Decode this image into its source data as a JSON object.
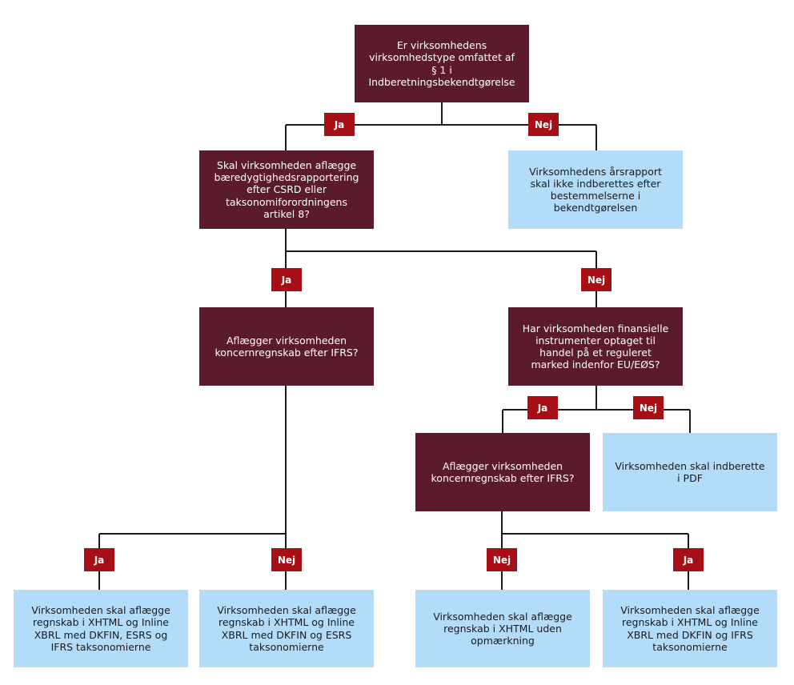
{
  "colors": {
    "question_box": "#5c1b2c",
    "answer_box": "#b3dcfb",
    "label_badge": "#a50f15",
    "connector": "#1a1a1a"
  },
  "questions": {
    "q1": "Er virksomhedens virksomhedstype omfattet af § 1 i Indberetningsbekendtgørelse",
    "q2": "Skal virksomheden aflægge bæredygtighedsrapportering efter CSRD eller taksonomiforordningens artikel 8?",
    "q3": "Aflægger virksomheden koncernregnskab efter IFRS?",
    "q4": "Har virksomheden finansielle instrumenter optaget til handel på et reguleret marked indenfor EU/EØS?",
    "q5": "Aflægger virksomheden koncernregnskab efter IFRS?"
  },
  "answers": {
    "a1": "Virksomhedens årsrapport skal ikke indberettes efter bestemmelserne i bekendtgørelsen",
    "a2": "Virksomheden skal indberette i PDF",
    "a3": "Virksomheden skal aflægge regnskab i XHTML og Inline XBRL med DKFIN, ESRS og IFRS taksonomierne",
    "a4": "Virksomheden skal aflægge regnskab i XHTML og Inline XBRL med DKFIN og ESRS taksonomierne",
    "a5": "Virksomheden skal aflægge regnskab i XHTML uden opmærkning",
    "a6": "Virksomheden skal aflægge regnskab i XHTML og Inline XBRL med DKFIN og IFRS taksonomierne"
  },
  "labels": {
    "l1": "Ja",
    "l2": "Nej",
    "l3": "Ja",
    "l4": "Nej",
    "l5": "Ja",
    "l6": "Nej",
    "l7": "Ja",
    "l8": "Nej",
    "l9": "Nej",
    "l10": "Ja"
  }
}
